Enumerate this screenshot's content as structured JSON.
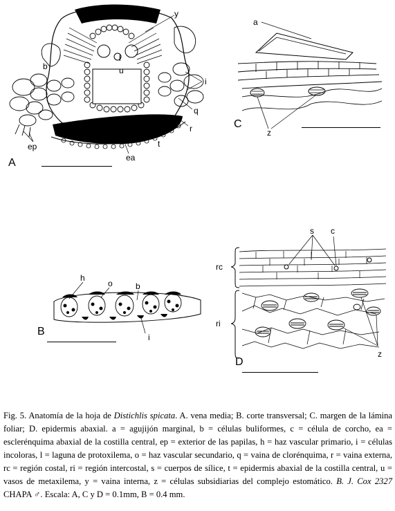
{
  "panels": {
    "A": {
      "letter": "A",
      "labels": {
        "y": "y",
        "b": "b",
        "l": "l",
        "u": "u",
        "i": "i",
        "q": "q",
        "r": "r",
        "t": "t",
        "ea": "ea",
        "ep": "ep"
      }
    },
    "B": {
      "letter": "B",
      "labels": {
        "h": "h",
        "o": "o",
        "b": "b",
        "i": "i"
      }
    },
    "C": {
      "letter": "C",
      "labels": {
        "a": "a",
        "z": "z"
      }
    },
    "D": {
      "letter": "D",
      "labels": {
        "rc": "rc",
        "ri": "ri",
        "s": "s",
        "c": "c",
        "z": "z"
      }
    }
  },
  "caption": {
    "fig": "Fig. 5. Anatomía de la hoja de ",
    "species": "Distichlis spicata",
    "body": ". A. vena media; B. corte transversal; C. margen de la lámina foliar; D. epidermis abaxial. a = agujijón marginal, b = células buliformes, c = célula de corcho, ea = esclerénquima abaxial de la costilla central, ep = exterior de las papilas, h = haz vascular primario, i = células incoloras, l = laguna de protoxilema, o = haz vascular secundario, q = vaina de clorénquima, r = vaina externa, rc = región costal, ri = región intercostal, s = cuerpos de sílice, t = epidermis abaxial de la costilla central, u = vasos de metaxilema, y = vaina interna, z = células subsidiarias del complejo estomático. ",
    "collector": "B. J. Cox 2327",
    "tail": " CHAPA ♂. Escala: A, C y D = 0.1mm, B = 0.4 mm."
  }
}
